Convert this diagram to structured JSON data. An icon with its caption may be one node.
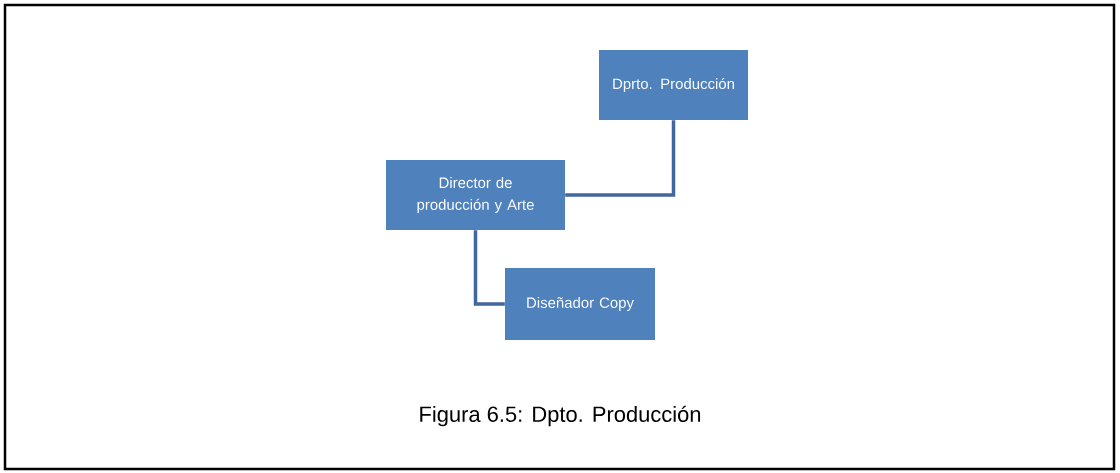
{
  "diagram": {
    "caption": "Figura 6.5: Dpto. Producción",
    "nodes": [
      {
        "text": [
          "Dprto. Producción"
        ]
      },
      {
        "text": [
          "Director de producción y Arte"
        ]
      },
      {
        "text": [
          "Diseñador Copy"
        ]
      }
    ],
    "edges": [
      {
        "from": 0,
        "to": 1,
        "arrow": "none"
      },
      {
        "from": 1,
        "to": 2,
        "arrow": "none"
      }
    ]
  }
}
